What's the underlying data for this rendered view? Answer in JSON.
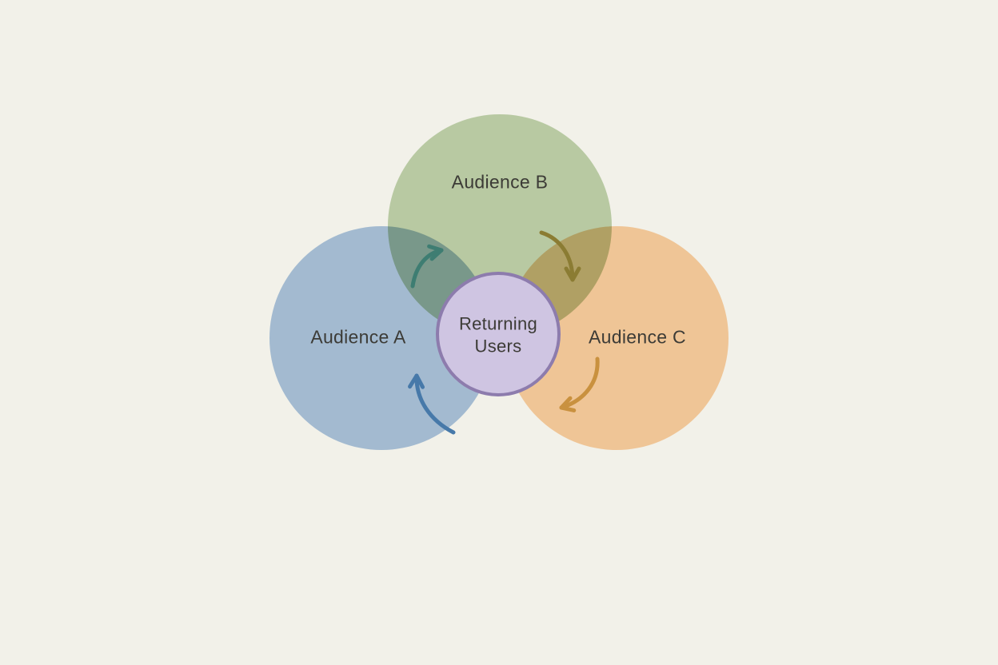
{
  "diagram": {
    "circles": [
      {
        "id": "audience-a",
        "label": "Audience A"
      },
      {
        "id": "audience-b",
        "label": "Audience B"
      },
      {
        "id": "audience-c",
        "label": "Audience C"
      }
    ],
    "center": {
      "label_line1": "Returning",
      "label_line2": "Users"
    }
  },
  "colors": {
    "background": "#f2f1e9",
    "circle_a_fill": "#8fadc9",
    "circle_b_fill": "#a9bf90",
    "circle_c_fill": "#eebd87",
    "center_fill": "#cfc5e2",
    "center_stroke": "#8d7cad",
    "arrow_a_to_b": "#3e7d72",
    "arrow_b_to_c": "#8b7c33",
    "arrow_into_a": "#4779a9",
    "arrow_out_of_c": "#c9913f",
    "text": "#3c3b36"
  }
}
